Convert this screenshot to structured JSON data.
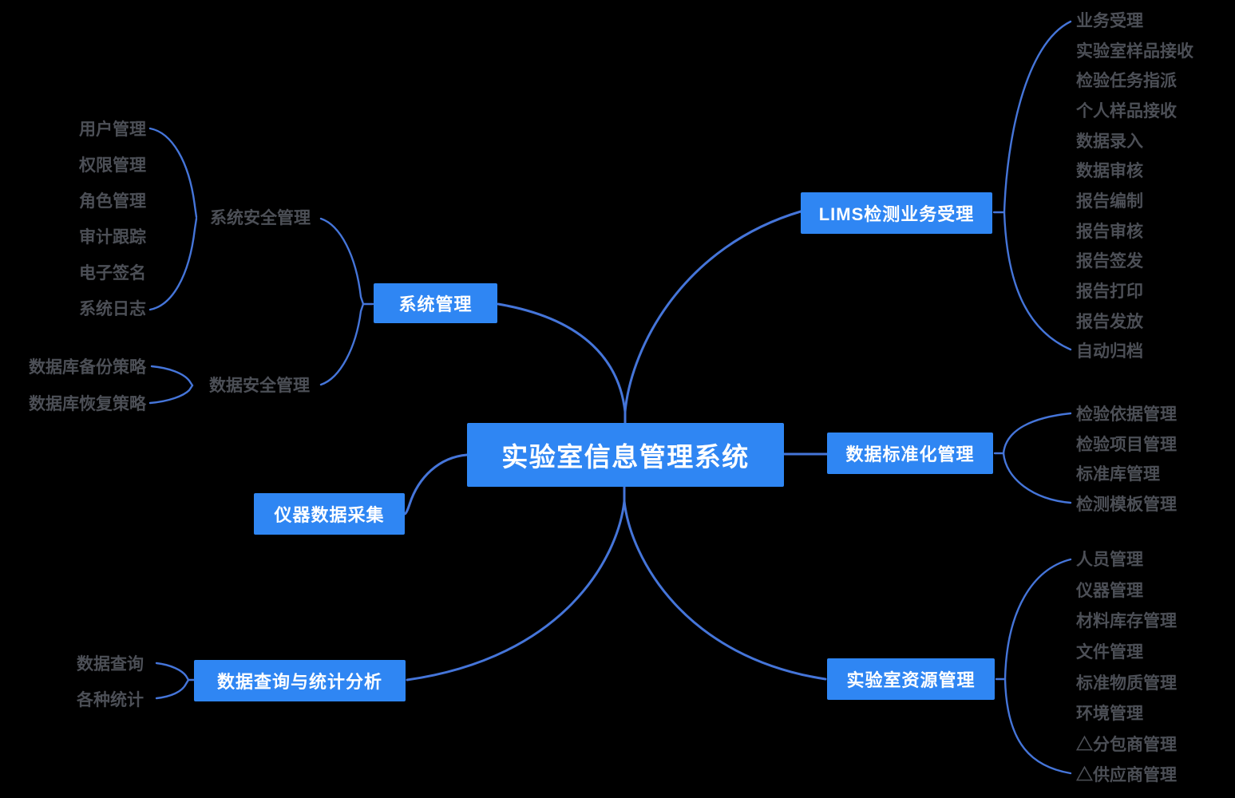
{
  "root": {
    "label": "实验室信息管理系统"
  },
  "branches": {
    "system": {
      "label": "系统管理",
      "groups": [
        {
          "label": "系统安全管理",
          "children": [
            "用户管理",
            "权限管理",
            "角色管理",
            "审计跟踪",
            "电子签名",
            "系统日志"
          ]
        },
        {
          "label": "数据安全管理",
          "children": [
            "数据库备份策略",
            "数据库恢复策略"
          ]
        }
      ]
    },
    "instrument": {
      "label": "仪器数据采集"
    },
    "query": {
      "label": "数据查询与统计分析",
      "children": [
        "数据查询",
        "各种统计"
      ]
    },
    "lims": {
      "label": "LIMS检测业务受理",
      "children": [
        "业务受理",
        "实验室样品接收",
        "检验任务指派",
        "个人样品接收",
        "数据录入",
        "数据审核",
        "报告编制",
        "报告审核",
        "报告签发",
        "报告打印",
        "报告发放",
        "自动归档"
      ]
    },
    "standard": {
      "label": "数据标准化管理",
      "children": [
        "检验依据管理",
        "检验项目管理",
        "标准库管理",
        "检测模板管理"
      ]
    },
    "resource": {
      "label": "实验室资源管理",
      "children": [
        "人员管理",
        "仪器管理",
        "材料库存管理",
        "文件管理",
        "标准物质管理",
        "环境管理",
        "△分包商管理",
        "△供应商管理"
      ]
    }
  },
  "colors": {
    "background": "#000000",
    "node_bg": "#2f86f3",
    "node_text": "#ffffff",
    "line": "#4575d9",
    "leaf_text": "#4c4f56"
  }
}
